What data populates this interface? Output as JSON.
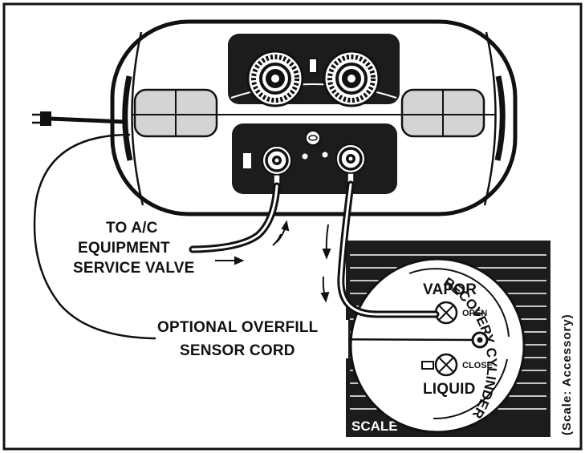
{
  "labels": {
    "to_ac": [
      "TO A/C",
      "EQUIPMENT",
      "SERVICE VALVE"
    ],
    "sensor": [
      "OPTIONAL OVERFILL",
      "SENSOR CORD"
    ],
    "vapor": "VAPOR",
    "open": "OPEN",
    "liquid": "LIQUID",
    "close": "CLOSE",
    "recovery_cylinder": "RECOVERY CYLINDER",
    "scale": "SCALE",
    "scale_note": "(Scale: Accessory)"
  },
  "colors": {
    "ink": "#111111",
    "panel": "#1c1c1c",
    "light_gray": "#d4d4d4",
    "paper": "#ffffff"
  }
}
